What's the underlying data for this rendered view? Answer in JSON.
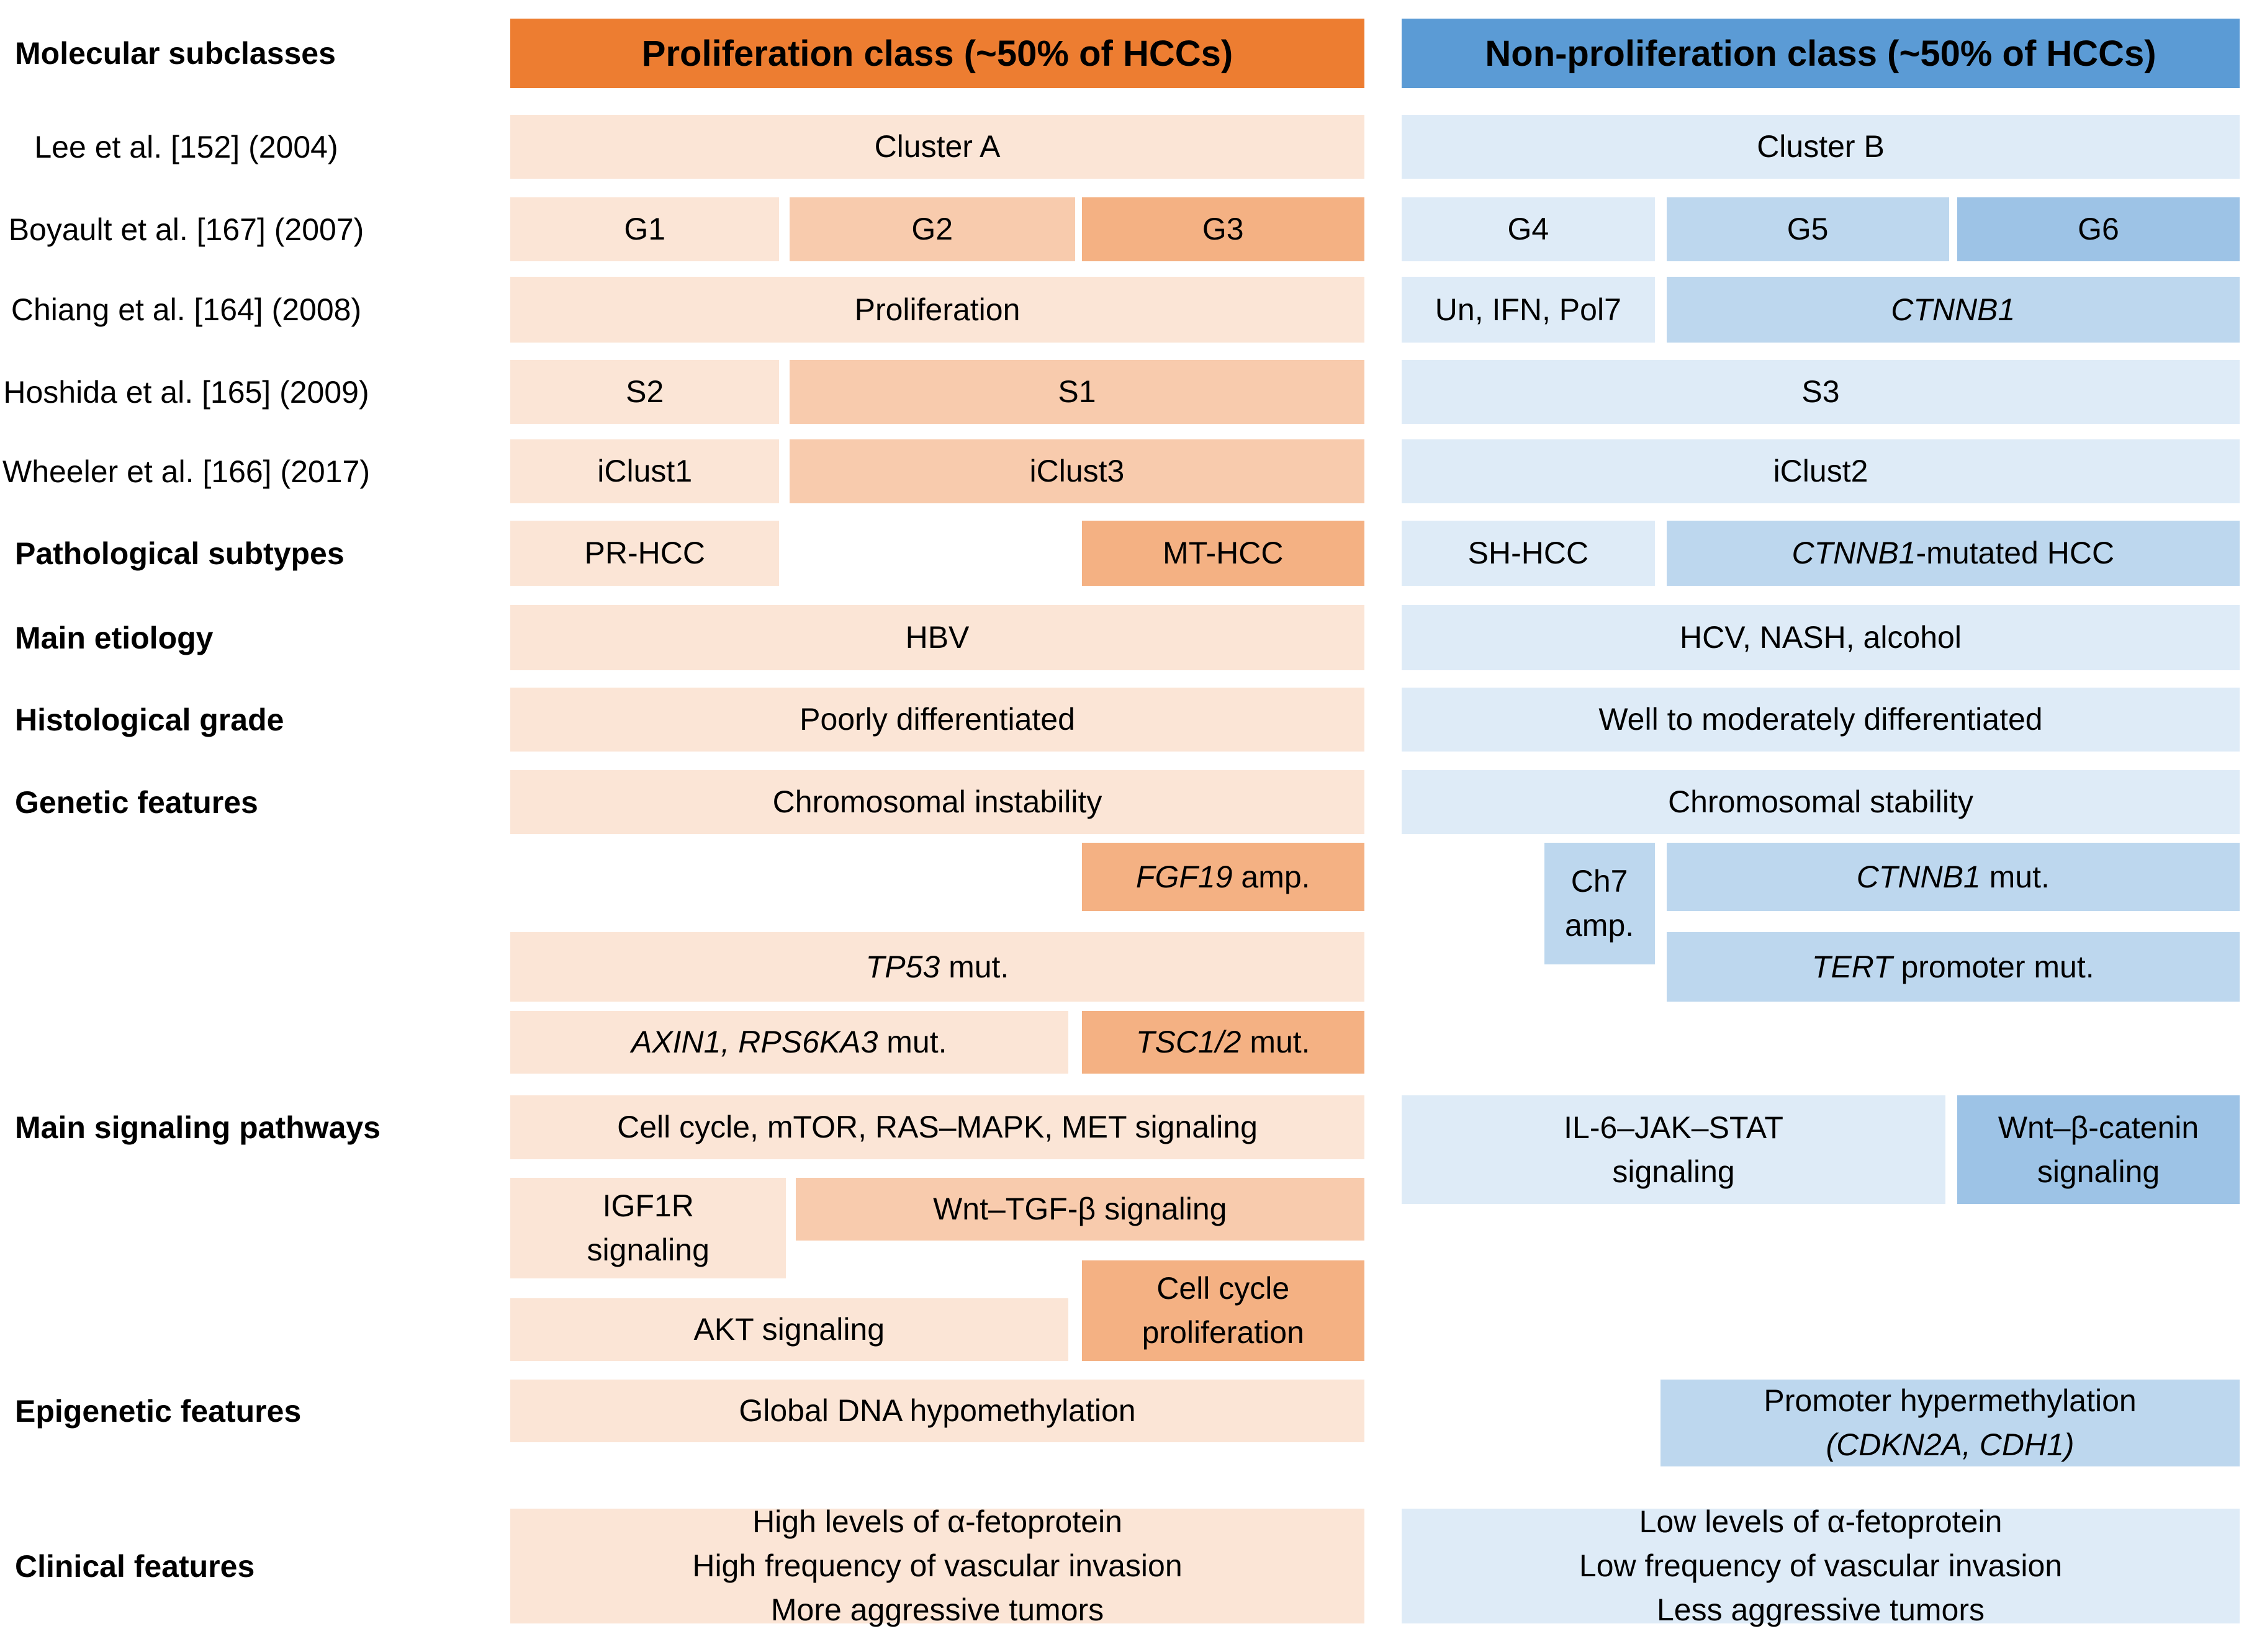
{
  "header": {
    "label": "Molecular subclasses",
    "proliferation_title": "Proliferation class (~50% of HCCs)",
    "non_proliferation_title": "Non-proliferation class (~50% of HCCs)"
  },
  "colors": {
    "orange_header": "#ED7D31",
    "peach_light": "#FBE5D6",
    "peach_mid": "#F8CBAD",
    "peach_dark": "#F4B183",
    "blue_header": "#5B9BD5",
    "blue_light": "#DEEBF7",
    "blue_mid": "#BDD7EE",
    "blue_dark": "#9DC3E6"
  },
  "row_labels": [
    {
      "name": "lee-2004",
      "text": "Lee et al. [152] (2004)",
      "bold": false
    },
    {
      "name": "boyault-2007",
      "text": "Boyault et al. [167] (2007)",
      "bold": false
    },
    {
      "name": "chiang-2008",
      "text": "Chiang et al. [164] (2008)",
      "bold": false
    },
    {
      "name": "hoshida-2009",
      "text": "Hoshida et al. [165] (2009)",
      "bold": false
    },
    {
      "name": "wheeler-2017",
      "text": "Wheeler et al. [166] (2017)",
      "bold": false
    },
    {
      "name": "pathological-subtypes",
      "text": "Pathological subtypes",
      "bold": true
    },
    {
      "name": "main-etiology",
      "text": "Main etiology",
      "bold": true
    },
    {
      "name": "histological-grade",
      "text": "Histological grade",
      "bold": true
    },
    {
      "name": "genetic-features",
      "text": "Genetic features",
      "bold": true
    },
    {
      "name": "main-signaling-pathways",
      "text": "Main signaling pathways",
      "bold": true
    },
    {
      "name": "epigenetic-features",
      "text": "Epigenetic features",
      "bold": true
    },
    {
      "name": "clinical-features",
      "text": "Clinical features",
      "bold": true
    }
  ],
  "cells": [
    {
      "name": "cluster-a",
      "shade": "peach_light",
      "lines": [
        [
          {
            "t": "Cluster A"
          }
        ]
      ]
    },
    {
      "name": "g1",
      "shade": "peach_light",
      "lines": [
        [
          {
            "t": "G1"
          }
        ]
      ]
    },
    {
      "name": "g2",
      "shade": "peach_mid",
      "lines": [
        [
          {
            "t": "G2"
          }
        ]
      ]
    },
    {
      "name": "g3",
      "shade": "peach_dark",
      "lines": [
        [
          {
            "t": "G3"
          }
        ]
      ]
    },
    {
      "name": "proliferation",
      "shade": "peach_light",
      "lines": [
        [
          {
            "t": "Proliferation"
          }
        ]
      ]
    },
    {
      "name": "s2",
      "shade": "peach_light",
      "lines": [
        [
          {
            "t": "S2"
          }
        ]
      ]
    },
    {
      "name": "s1",
      "shade": "peach_mid",
      "lines": [
        [
          {
            "t": "S1"
          }
        ]
      ]
    },
    {
      "name": "iclust1",
      "shade": "peach_light",
      "lines": [
        [
          {
            "t": "iClust1"
          }
        ]
      ]
    },
    {
      "name": "iclust3",
      "shade": "peach_mid",
      "lines": [
        [
          {
            "t": "iClust3"
          }
        ]
      ]
    },
    {
      "name": "pr-hcc",
      "shade": "peach_light",
      "lines": [
        [
          {
            "t": "PR-HCC"
          }
        ]
      ]
    },
    {
      "name": "mt-hcc",
      "shade": "peach_dark",
      "lines": [
        [
          {
            "t": "MT-HCC"
          }
        ]
      ]
    },
    {
      "name": "hbv",
      "shade": "peach_light",
      "lines": [
        [
          {
            "t": "HBV"
          }
        ]
      ]
    },
    {
      "name": "poorly-differentiated",
      "shade": "peach_light",
      "lines": [
        [
          {
            "t": "Poorly differentiated"
          }
        ]
      ]
    },
    {
      "name": "chromosomal-instability",
      "shade": "peach_light",
      "lines": [
        [
          {
            "t": "Chromosomal instability"
          }
        ]
      ]
    },
    {
      "name": "fgf19-amp",
      "shade": "peach_dark",
      "lines": [
        [
          {
            "t": "FGF19",
            "i": true
          },
          {
            "t": " amp."
          }
        ]
      ]
    },
    {
      "name": "tp53-mut",
      "shade": "peach_light",
      "lines": [
        [
          {
            "t": "TP53",
            "i": true
          },
          {
            "t": " mut."
          }
        ]
      ]
    },
    {
      "name": "axin1-rps6ka3-mut",
      "shade": "peach_light",
      "lines": [
        [
          {
            "t": "AXIN1, RPS6KA3",
            "i": true
          },
          {
            "t": " mut."
          }
        ]
      ]
    },
    {
      "name": "tsc1-2-mut",
      "shade": "peach_dark",
      "lines": [
        [
          {
            "t": "TSC1/2",
            "i": true
          },
          {
            "t": " mut."
          }
        ]
      ]
    },
    {
      "name": "cell-cycle-mtor-ras-mapk-met",
      "shade": "peach_light",
      "lines": [
        [
          {
            "t": "Cell cycle, mTOR, RAS–MAPK, MET signaling"
          }
        ]
      ]
    },
    {
      "name": "igf1r-signaling",
      "shade": "peach_light",
      "lines": [
        [
          {
            "t": "IGF1R"
          }
        ],
        [
          {
            "t": "signaling"
          }
        ]
      ]
    },
    {
      "name": "wnt-tgf-b-signaling",
      "shade": "peach_mid",
      "lines": [
        [
          {
            "t": "Wnt–TGF-β signaling"
          }
        ]
      ]
    },
    {
      "name": "akt-signaling",
      "shade": "peach_light",
      "lines": [
        [
          {
            "t": "AKT signaling"
          }
        ]
      ]
    },
    {
      "name": "cell-cycle-proliferation",
      "shade": "peach_dark",
      "lines": [
        [
          {
            "t": "Cell cycle"
          }
        ],
        [
          {
            "t": "proliferation"
          }
        ]
      ]
    },
    {
      "name": "global-dna-hypomethylation",
      "shade": "peach_light",
      "lines": [
        [
          {
            "t": "Global DNA hypomethylation"
          }
        ]
      ]
    },
    {
      "name": "clinical-proliferation",
      "shade": "peach_light",
      "lines": [
        [
          {
            "t": "High levels of α-fetoprotein"
          }
        ],
        [
          {
            "t": "High frequency of vascular invasion"
          }
        ],
        [
          {
            "t": "More aggressive tumors"
          }
        ]
      ]
    },
    {
      "name": "cluster-b",
      "shade": "blue_light",
      "lines": [
        [
          {
            "t": "Cluster B"
          }
        ]
      ]
    },
    {
      "name": "g4",
      "shade": "blue_light",
      "lines": [
        [
          {
            "t": "G4"
          }
        ]
      ]
    },
    {
      "name": "g5",
      "shade": "blue_mid",
      "lines": [
        [
          {
            "t": "G5"
          }
        ]
      ]
    },
    {
      "name": "g6",
      "shade": "blue_dark",
      "lines": [
        [
          {
            "t": "G6"
          }
        ]
      ]
    },
    {
      "name": "un-ifn-pol7",
      "shade": "blue_light",
      "lines": [
        [
          {
            "t": "Un, IFN, Pol7"
          }
        ]
      ]
    },
    {
      "name": "ctnnb1-class",
      "shade": "blue_mid",
      "lines": [
        [
          {
            "t": "CTNNB1",
            "i": true
          }
        ]
      ]
    },
    {
      "name": "s3",
      "shade": "blue_light",
      "lines": [
        [
          {
            "t": "S3"
          }
        ]
      ]
    },
    {
      "name": "iclust2",
      "shade": "blue_light",
      "lines": [
        [
          {
            "t": "iClust2"
          }
        ]
      ]
    },
    {
      "name": "sh-hcc",
      "shade": "blue_light",
      "lines": [
        [
          {
            "t": "SH-HCC"
          }
        ]
      ]
    },
    {
      "name": "ctnnb1-mutated-hcc",
      "shade": "blue_mid",
      "lines": [
        [
          {
            "t": "CTNNB1",
            "i": true
          },
          {
            "t": "-mutated HCC"
          }
        ]
      ]
    },
    {
      "name": "hcv-nash-alcohol",
      "shade": "blue_light",
      "lines": [
        [
          {
            "t": "HCV, NASH, alcohol"
          }
        ]
      ]
    },
    {
      "name": "well-to-moderately-differentiated",
      "shade": "blue_light",
      "lines": [
        [
          {
            "t": "Well to moderately differentiated"
          }
        ]
      ]
    },
    {
      "name": "chromosomal-stability",
      "shade": "blue_light",
      "lines": [
        [
          {
            "t": "Chromosomal stability"
          }
        ]
      ]
    },
    {
      "name": "ch7-amp",
      "shade": "blue_mid",
      "lines": [
        [
          {
            "t": "Ch7"
          }
        ],
        [
          {
            "t": "amp."
          }
        ]
      ]
    },
    {
      "name": "ctnnb1-mut",
      "shade": "blue_mid",
      "lines": [
        [
          {
            "t": "CTNNB1",
            "i": true
          },
          {
            "t": " mut."
          }
        ]
      ]
    },
    {
      "name": "tert-promoter-mut",
      "shade": "blue_mid",
      "lines": [
        [
          {
            "t": "TERT",
            "i": true
          },
          {
            "t": " promoter mut."
          }
        ]
      ]
    },
    {
      "name": "il6-jak-stat-signaling",
      "shade": "blue_light",
      "lines": [
        [
          {
            "t": "IL-6–JAK–STAT"
          }
        ],
        [
          {
            "t": "signaling"
          }
        ]
      ]
    },
    {
      "name": "wnt-b-catenin-signaling",
      "shade": "blue_dark",
      "lines": [
        [
          {
            "t": "Wnt–β-catenin"
          }
        ],
        [
          {
            "t": "signaling"
          }
        ]
      ]
    },
    {
      "name": "promoter-hypermethylation",
      "shade": "blue_mid",
      "lines": [
        [
          {
            "t": "Promoter hypermethylation"
          }
        ],
        [
          {
            "t": "(CDKN2A, CDH1)",
            "i": true
          }
        ]
      ]
    },
    {
      "name": "clinical-non-proliferation",
      "shade": "blue_light",
      "lines": [
        [
          {
            "t": "Low levels of α-fetoprotein"
          }
        ],
        [
          {
            "t": "Low frequency of vascular invasion"
          }
        ],
        [
          {
            "t": "Less aggressive tumors"
          }
        ]
      ]
    }
  ]
}
